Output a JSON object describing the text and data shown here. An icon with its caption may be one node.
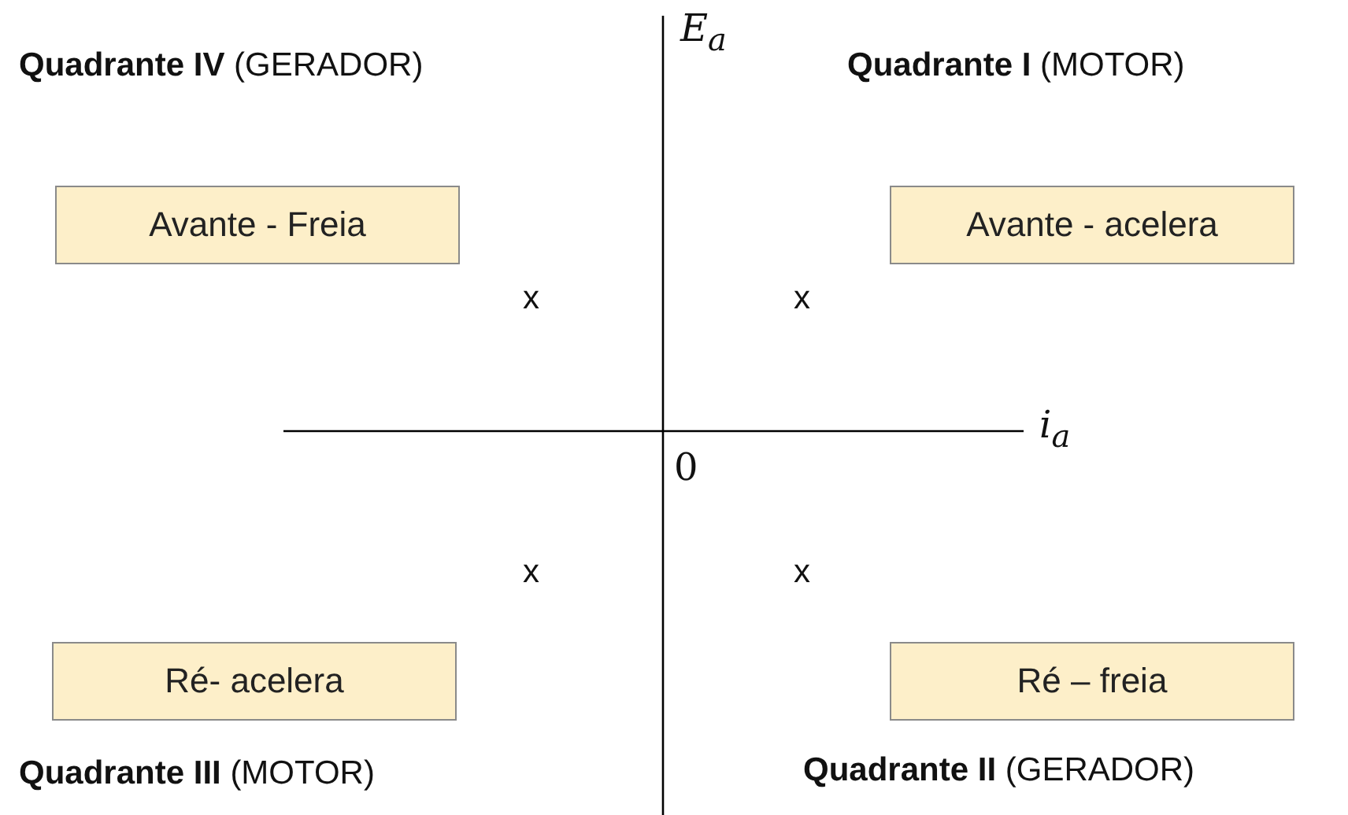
{
  "diagram": {
    "nodes": [
      {
        "text": [
          "Avante - Freia"
        ]
      },
      {
        "text": [
          "Avante - acelera"
        ]
      },
      {
        "text": [
          "Ré- acelera"
        ]
      },
      {
        "text": [
          "Ré – freia"
        ]
      }
    ],
    "labels": [
      "**Quadrante IV** (GERADOR)",
      "E$_{a}$",
      "**Quadrante I** (MOTOR)",
      "x",
      "x",
      "i$_{a}$",
      "0",
      "x",
      "x",
      "**Quadrante III** (MOTOR)",
      "**Quadrante II** (GERADOR)"
    ]
  }
}
